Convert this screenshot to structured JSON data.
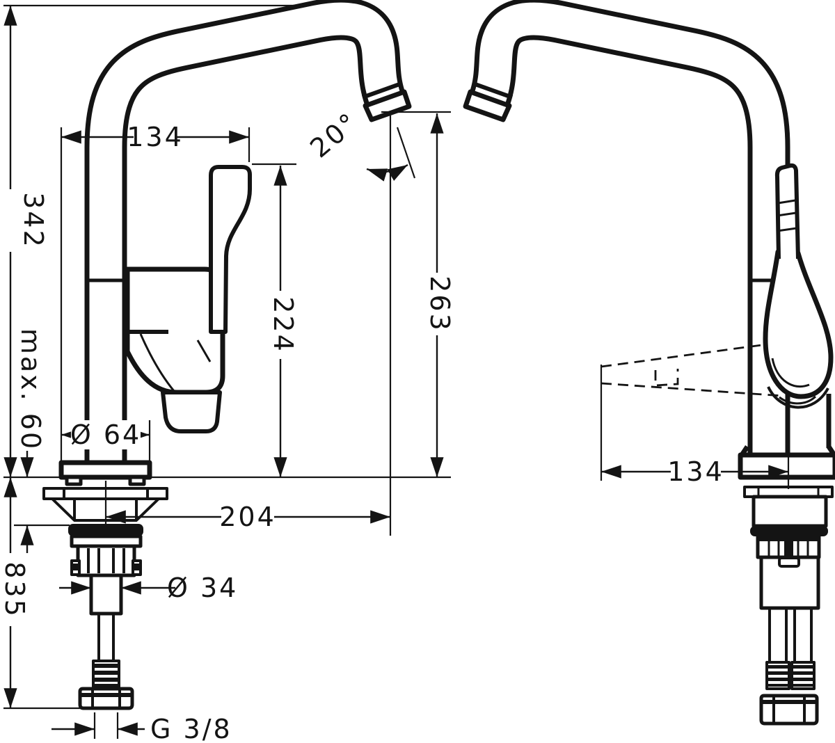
{
  "drawing": {
    "title": "Single-lever kitchen mixer — dimensional technical drawing, two side views",
    "background": "#ffffff",
    "line_color": "#141414",
    "dims": {
      "total_height": "342",
      "top_offset": "134",
      "spout_angle": "20°",
      "handle_height": "224",
      "outlet_height": "263",
      "max_counter_thickness": "max. 60",
      "base_diameter": "Ø 64",
      "spout_reach": "204",
      "hose_length": "835",
      "shank_diameter": "Ø 34",
      "connection_thread": "G 3/8",
      "swivel_radius": "134"
    }
  }
}
